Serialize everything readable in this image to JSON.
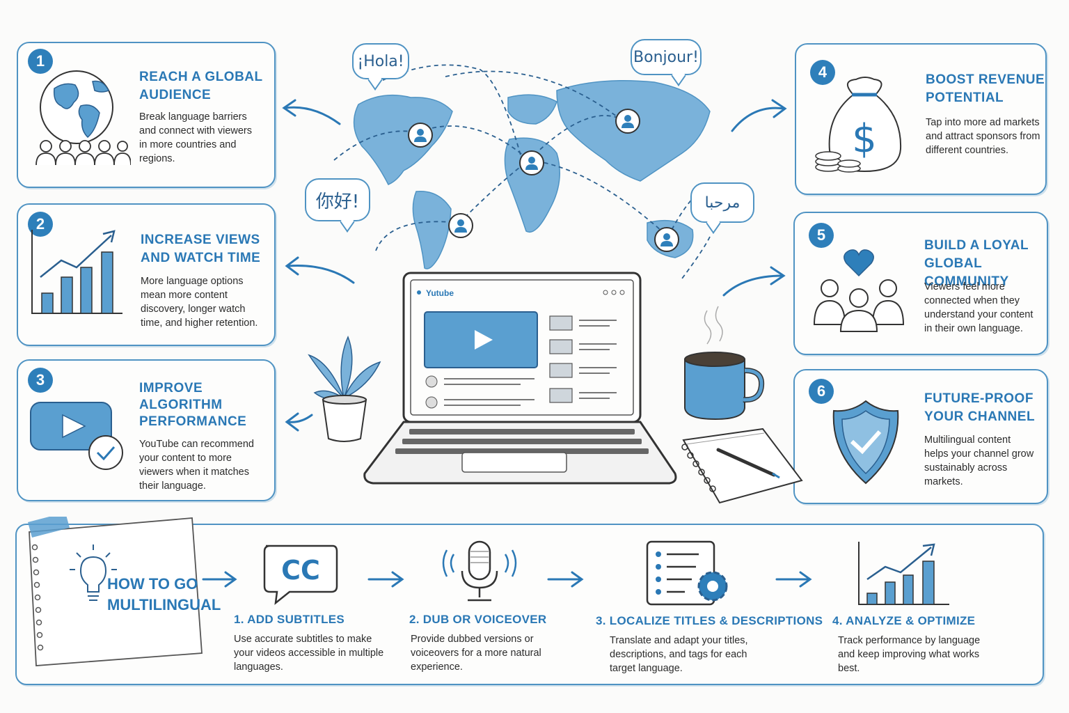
{
  "benefits": [
    {
      "num": "1",
      "title": "Reach a global\naudience",
      "desc": "Break language barriers and connect with viewers in more countries and regions."
    },
    {
      "num": "2",
      "title": "Increase views\nand watch time",
      "desc": "More language options mean more content discovery, longer watch time, and higher retention."
    },
    {
      "num": "3",
      "title": "Improve\nalgorithm\nperformance",
      "desc": "YouTube can recommend your content to more viewers when it matches their language."
    },
    {
      "num": "4",
      "title": "Boost revenue\npotential",
      "desc": "Tap into more ad markets and attract sponsors from different countries."
    },
    {
      "num": "5",
      "title": "Build a loyal\nglobal community",
      "desc": "Viewers feel more connected when they understand your content in their own language."
    },
    {
      "num": "6",
      "title": "Future-proof\nyour channel",
      "desc": "Multilingual content helps your channel grow sustainably across markets."
    }
  ],
  "greetings": [
    "¡Hola!",
    "Bonjour!",
    "你好!",
    "مرحبا"
  ],
  "laptop": {
    "brand": "Yutube"
  },
  "howto": {
    "title": "How to go\nmultilingual",
    "steps": [
      {
        "title": "1. Add subtitles",
        "desc": "Use accurate subtitles to make your videos accessible in multiple languages.",
        "icon": "CC"
      },
      {
        "title": "2. Dub or voiceover",
        "desc": "Provide dubbed versions or voiceovers for a more natural experience."
      },
      {
        "title": "3. Localize titles & descriptions",
        "desc": "Translate and adapt your titles, descriptions, and tags for each target language."
      },
      {
        "title": "4. Analyze & optimize",
        "desc": "Track performance by language and keep improving what works best."
      }
    ]
  },
  "colors": {
    "accent": "#2e7fba",
    "line": "#4f93c3",
    "fill": "#5a9fd0"
  }
}
